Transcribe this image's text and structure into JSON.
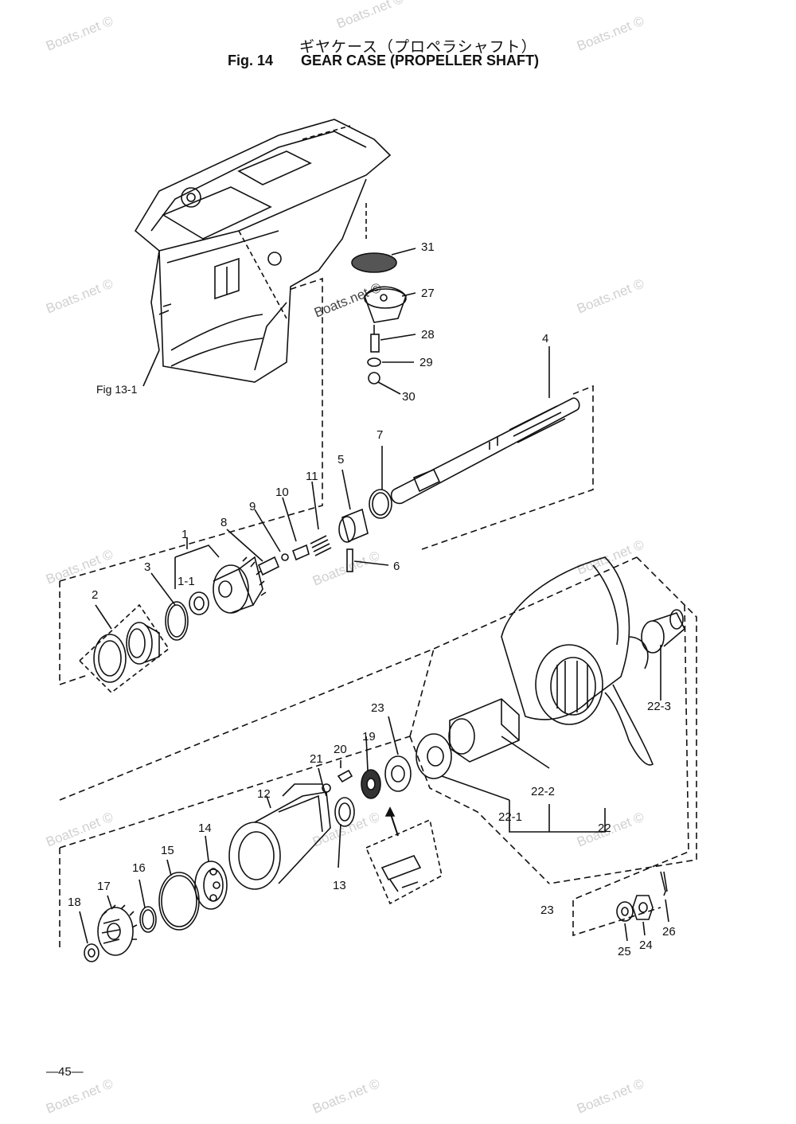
{
  "header": {
    "title_jp": "ギヤケース（プロペラシャフト）",
    "fig_label": "Fig. 14",
    "title_en": "GEAR CASE (PROPELLER SHAFT)"
  },
  "reference": "Fig 13-1",
  "watermark": "Boats.net ©",
  "page_number": "—45—",
  "callouts": {
    "c1": "1",
    "c1_1": "1-1",
    "c2": "2",
    "c3": "3",
    "c4": "4",
    "c5": "5",
    "c6": "6",
    "c7": "7",
    "c8": "8",
    "c9": "9",
    "c10": "10",
    "c11": "11",
    "c12": "12",
    "c13": "13",
    "c14": "14",
    "c15": "15",
    "c16": "16",
    "c17": "17",
    "c18": "18",
    "c19": "19",
    "c20": "20",
    "c21": "21",
    "c22": "22",
    "c22_1": "22-1",
    "c22_2": "22-2",
    "c22_3": "22-3",
    "c23a": "23",
    "c23b": "23",
    "c24": "24",
    "c25": "25",
    "c26": "26",
    "c27": "27",
    "c28": "28",
    "c29": "29",
    "c30": "30",
    "c31": "31"
  },
  "colors": {
    "ink": "#111111",
    "watermark": "#d0d0d0"
  }
}
